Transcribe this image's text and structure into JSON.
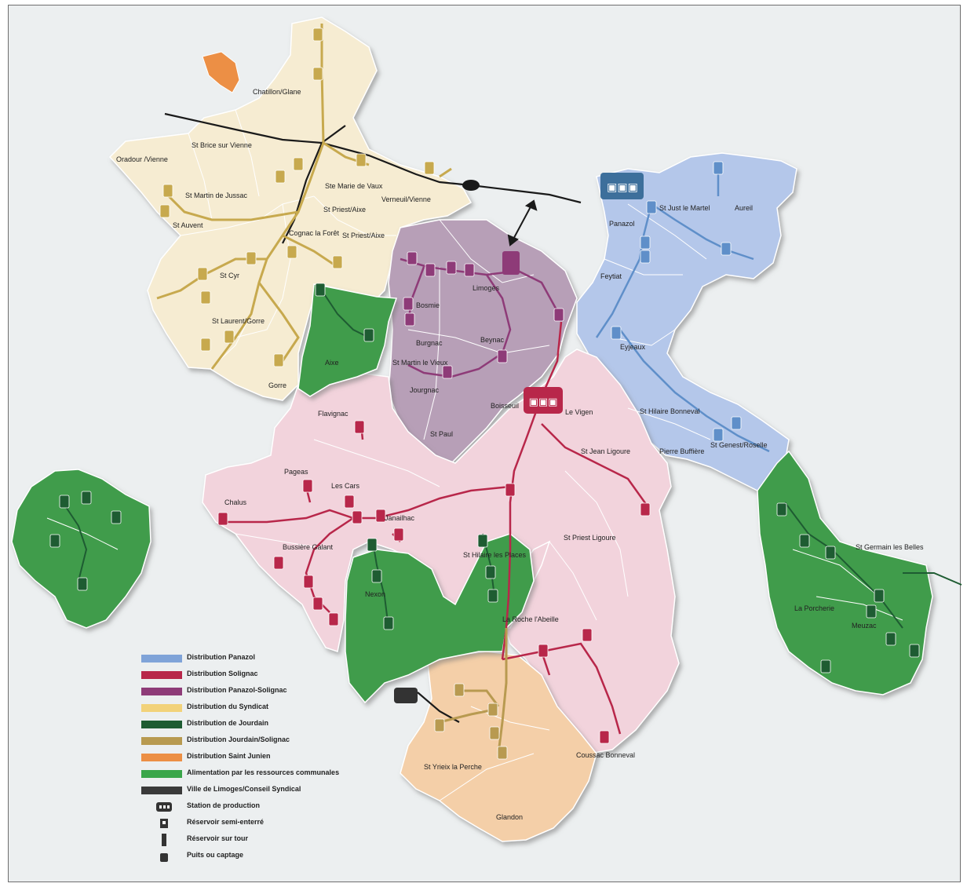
{
  "map": {
    "places": {
      "chatillon": "Chatillon/Glane",
      "st_brice": "St Brice sur Vienne",
      "oradour": "Oradour /Vienne",
      "st_martin_jussac": "St Martin de Jussac",
      "ste_marie": "Ste Marie de Vaux",
      "st_priest_vienne": "St Priest/Aixe",
      "verneuil": "Verneuil/Vienne",
      "st_auvent": "St Auvent",
      "cognac": "Cognac la Forêt",
      "st_priest_aixe": "St Priest/Aixe",
      "st_cyr": "St Cyr",
      "st_laurent": "St Laurent/Gorre",
      "gorre": "Gorre",
      "aixe": "Aixe",
      "bosmie": "Bosmie",
      "burgnac": "Burgnac",
      "beynac": "Beynac",
      "st_martin_vieux": "St Martin le Vieux",
      "jourgnac": "Jourgnac",
      "flavignac": "Flavignac",
      "chalus": "Chalus",
      "pageas": "Pageas",
      "les_cars": "Les Cars",
      "bussiere": "Bussière Galant",
      "nexon": "Nexon",
      "st_hilaire": "St Hilaire les Places",
      "janailhac": "Janailhac",
      "st_jean": "St Jean Ligoure",
      "le_vigen": "Le Vigen",
      "boisseuil": "Boisseuil",
      "st_priest_ligoure": "St Priest Ligoure",
      "la_roche": "La Roche l'Abeille",
      "st_yrieix": "St Yrieix la Perche",
      "glandon": "Glandon",
      "coussac": "Coussac Bonneval",
      "feytiat": "Feytiat",
      "panazol": "Panazol",
      "st_just": "St Just le Martel",
      "aureil": "Aureil",
      "eyjeaux": "Eyjeaux",
      "st_hilaire_bonneval": "St Hilaire Bonneval",
      "st_genest": "St Genest/Roselle",
      "pierre_buffiere": "Pierre Buffière",
      "limoges": "Limoges",
      "st_paul": "St Paul",
      "st_germain": "St Germain les Belles",
      "la_porcherie": "La Porcherie",
      "meuzac": "Meuzac"
    }
  },
  "legend": {
    "items": [
      {
        "label": "Distribution Panazol",
        "color": "#7fa3d8"
      },
      {
        "label": "Distribution Solignac",
        "color": "#b8274a"
      },
      {
        "label": "Distribution Panazol-Solignac",
        "color": "#8e3b78"
      },
      {
        "label": "Distribution du Syndicat",
        "color": "#f2d27a"
      },
      {
        "label": "Distribution de Jourdain",
        "color": "#1e5c32"
      },
      {
        "label": "Distribution Jourdain/Solignac",
        "color": "#b89a50"
      },
      {
        "label": "Distribution Saint Junien",
        "color": "#ec8f45"
      },
      {
        "label": "Alimentation par les ressources communales",
        "color": "#3aa64a"
      },
      {
        "label": "Ville de Limoges/Conseil Syndical",
        "color": "#3a3a3a"
      }
    ],
    "symbols": [
      {
        "label": "Station de production",
        "icon": "production-station"
      },
      {
        "label": "Réservoir semi-enterré",
        "icon": "buried-reservoir"
      },
      {
        "label": "Réservoir sur tour",
        "icon": "water-tower"
      },
      {
        "label": "Puits ou captage",
        "icon": "well"
      }
    ]
  }
}
